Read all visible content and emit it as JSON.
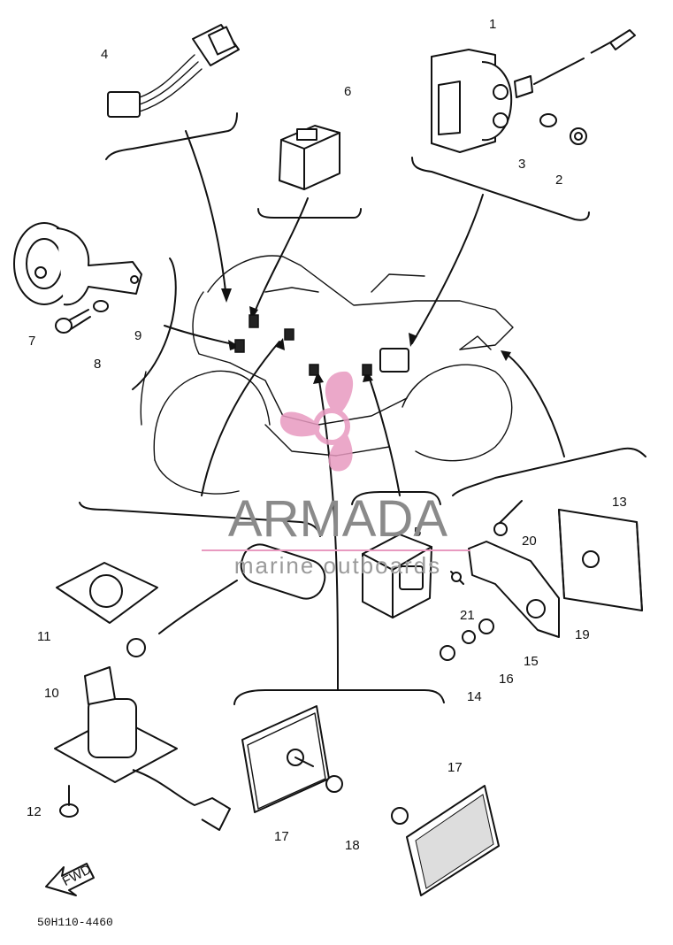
{
  "diagram": {
    "part_numbers": [
      "1",
      "2",
      "3",
      "4",
      "5",
      "6",
      "7",
      "8",
      "9",
      "10",
      "11",
      "12",
      "13",
      "14",
      "15",
      "16",
      "17",
      "17",
      "18",
      "19",
      "20",
      "21"
    ],
    "drawing_code": "50H110-4460",
    "direction_label": "FWD"
  },
  "watermark": {
    "brand": "ARMADA",
    "tagline": "marine outboards",
    "accent_color": "#e89ac0"
  }
}
